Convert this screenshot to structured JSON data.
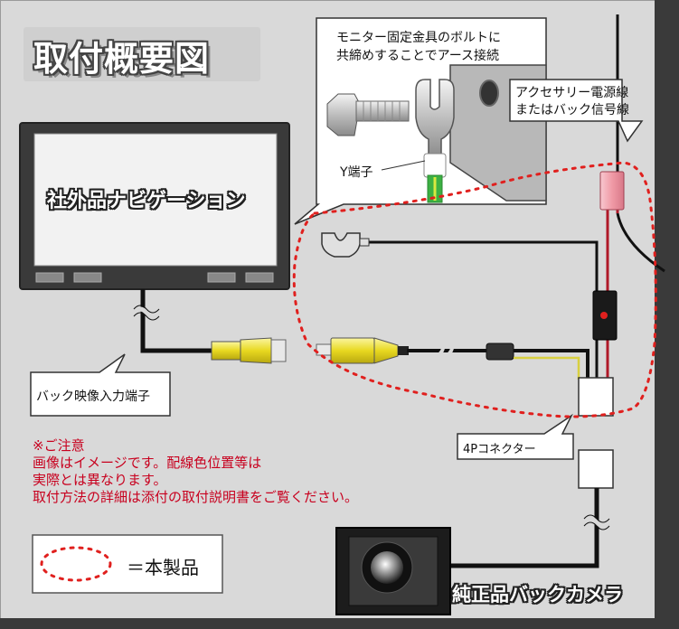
{
  "title": "取付概要図",
  "navigation_label": "社外品ナビゲーション",
  "camera_label": "純正品バックカメラ",
  "ground_callout": {
    "line1": "モニター固定金具のボルトに",
    "line2": "共締めすることでアース接続"
  },
  "y_terminal_label": "Y端子",
  "power_callout": {
    "line1": "アクセサリー電源線",
    "line2": "またはバック信号線"
  },
  "video_input_label": "バック映像入力端子",
  "connector_label": "4Pコネクター",
  "notes": [
    "※ご注意",
    "画像はイメージです。配線色位置等は",
    "実際とは異なります。",
    "取付方法の詳細は添付の取付説明書をご覧ください。"
  ],
  "legend_label": "＝本製品",
  "colors": {
    "background": "#d9d9d9",
    "product_outline": "#e0201e",
    "rca_plug": "#f0e040",
    "red_wire": "#b01828",
    "green_wire": "#3cb043",
    "fuse": "#f4b0b8"
  }
}
